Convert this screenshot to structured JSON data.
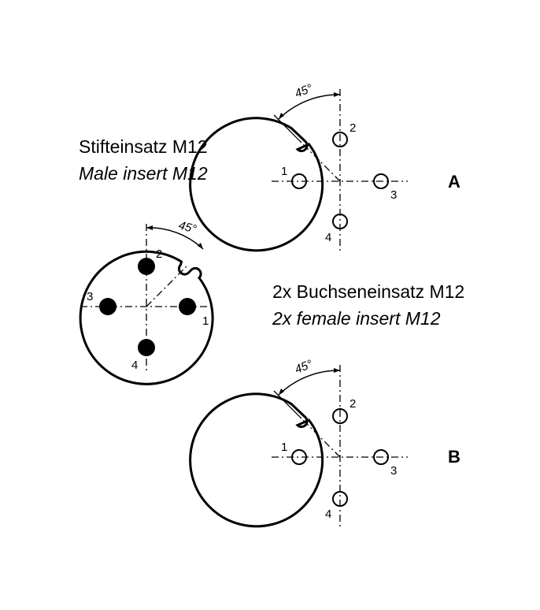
{
  "male": {
    "title_de": "Stifteinsatz M12",
    "title_en": "Male insert M12",
    "angle": "45°",
    "pins": [
      "1",
      "2",
      "3",
      "4"
    ]
  },
  "female": {
    "title_de": "2x Buchseneinsatz M12",
    "title_en": "2x female insert M12",
    "a": {
      "letter": "A",
      "angle": "45°",
      "pins": [
        "1",
        "2",
        "3",
        "4"
      ]
    },
    "b": {
      "letter": "B",
      "angle": "45°",
      "pins": [
        "1",
        "2",
        "3",
        "4"
      ]
    }
  }
}
